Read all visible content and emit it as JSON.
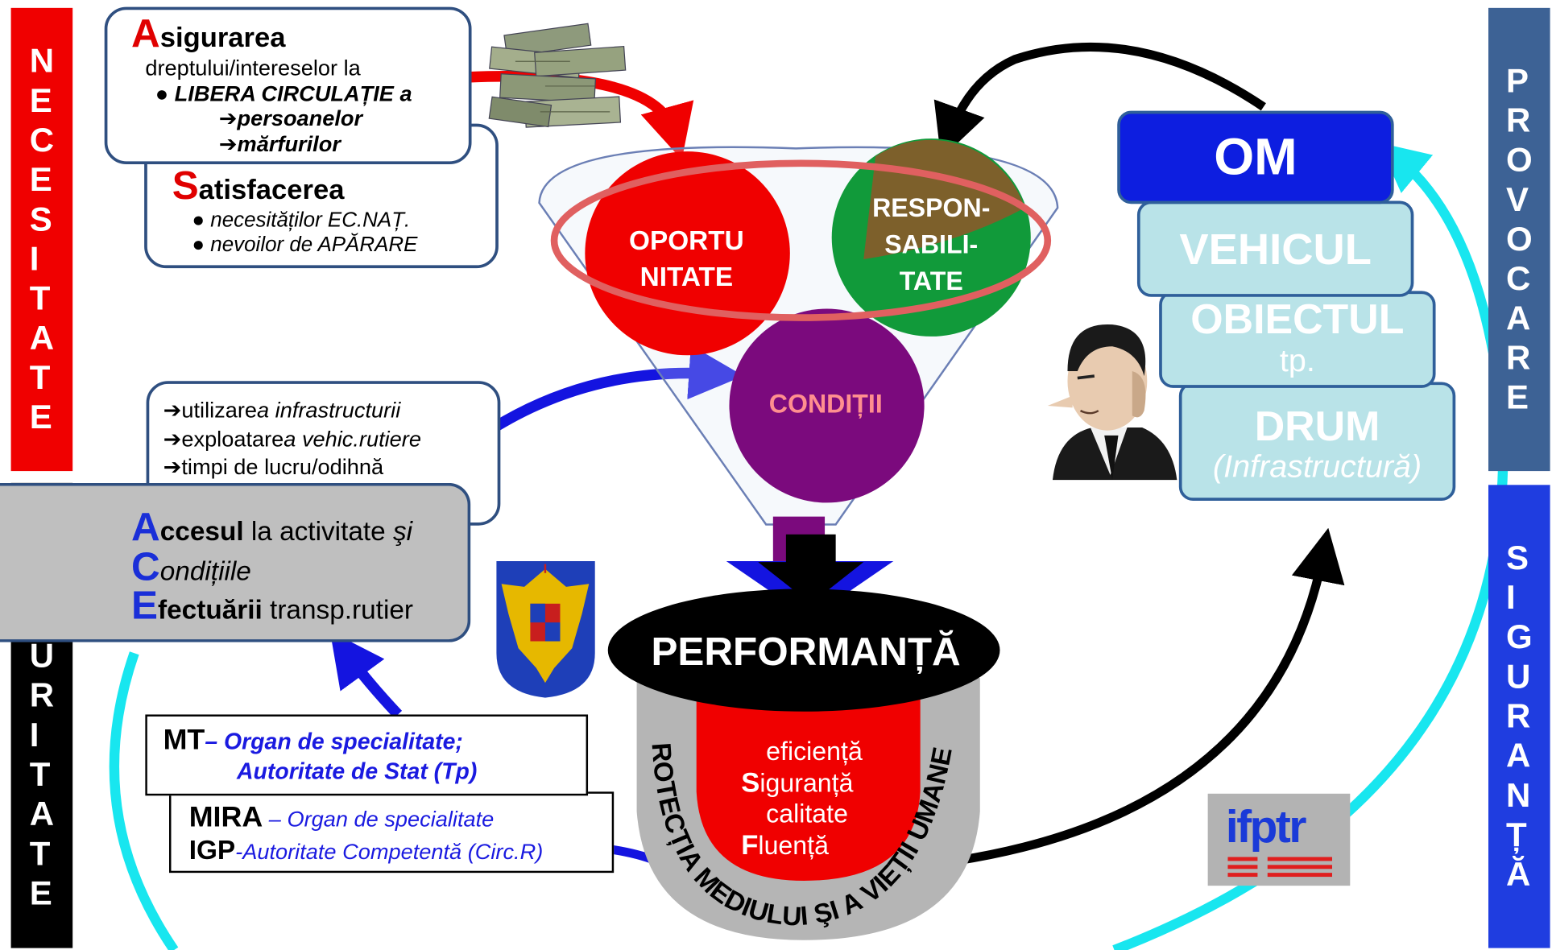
{
  "side_bars": {
    "left_top": "NECESITATE",
    "left_bottom": "SECURITATE",
    "right_top": "PROVOCARE",
    "right_bottom": "SIGURANȚĂ"
  },
  "box_asigurarea": {
    "initial": "A",
    "title_rest": "sigurarea",
    "line1": "dreptului/intereselor la",
    "bullet_main": "LIBERA CIRCULAȚIE a",
    "arrow1": "➔persoanelor",
    "arrow2": "➔mărfurilor"
  },
  "box_satisfacerea": {
    "initial": "S",
    "title_rest": "atisfacerea",
    "bullet1": "necesităților EC.NAȚ.",
    "bullet2": "nevoilor de APĂRARE"
  },
  "box_utilizarea": {
    "line1_a": "➔utilizare",
    "line1_b": "a infrastructurii",
    "line2_a": "➔exploatare",
    "line2_b": "a vehic.rutiere",
    "line3": "➔timpi de lucru/odihnă"
  },
  "box_ace": {
    "a_initial": "A",
    "a_bold": "ccesul",
    "a_rest": " la activitate ",
    "a_italic": "şi",
    "c_initial": "C",
    "c_rest": "ondițiile",
    "e_initial": "E",
    "e_bold": "fectuării",
    "e_rest": " transp.rutier"
  },
  "funnel": {
    "oportunitate_1": "OPORTU",
    "oportunitate_2": "NITATE",
    "responsabilitate_1": "RESPON-",
    "responsabilitate_2": "SABILI-",
    "responsabilitate_3": "TATE",
    "conditii": "CONDIȚII"
  },
  "performanta": {
    "title": "PERFORMANȚĂ",
    "item1": "eficiență",
    "item2_initial": "S",
    "item2_rest": "iguranță",
    "item3": "calitate",
    "item4_initial": "F",
    "item4_rest": "luență",
    "arc_text": "ROTECȚIA MEDIULUI ŞI A VIEȚII UMANE"
  },
  "stack": {
    "om": "OM",
    "vehicul": "VEHICUL",
    "obiectul": "OBIECTUL",
    "obiectul_sub": "tp.",
    "drum": "DRUM",
    "drum_sub": "(Infrastructură)"
  },
  "authorities": {
    "mt_label": "MT",
    "mt_text1": "– Organ de specialitate;",
    "mt_text2": "Autoritate de Stat (Tp)",
    "mira_label": "MIRA",
    "mira_text": " – Organ de specialitate",
    "igp_label": "IGP",
    "igp_text": "-Autoritate Competentă (Circ.R)"
  },
  "logo": {
    "text": "ifptr"
  },
  "colors": {
    "red": "#f00000",
    "green": "#119a3a",
    "purple": "#7b0a7d",
    "cyan": "#18e6ef",
    "blue": "#1a1ae0",
    "dark_blue_bar": "#3d6295",
    "bright_blue_bar": "#1f3de0",
    "om_blue": "#0d1ee0",
    "light_teal": "#b9e3e8"
  }
}
